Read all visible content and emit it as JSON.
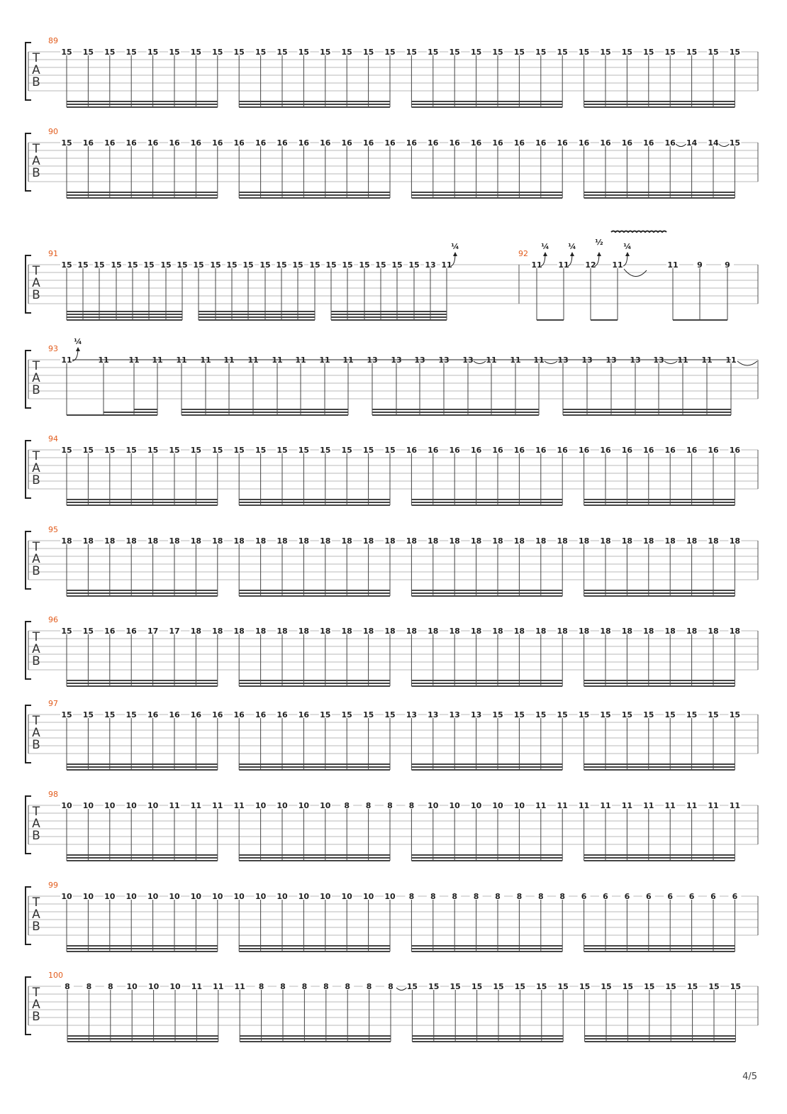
{
  "page_number": "4/5",
  "clef_letters": [
    "T",
    "A",
    "B"
  ],
  "systems": [
    {
      "measure": "89",
      "frets": [
        "15",
        "15",
        "15",
        "15",
        "15",
        "15",
        "15",
        "15",
        "15",
        "15",
        "15",
        "15",
        "15",
        "15",
        "15",
        "15",
        "15",
        "15",
        "15",
        "15",
        "15",
        "15",
        "15",
        "15",
        "15",
        "15",
        "15",
        "15",
        "15",
        "15",
        "15",
        "15"
      ]
    },
    {
      "measure": "90",
      "frets": [
        "15",
        "16",
        "16",
        "16",
        "16",
        "16",
        "16",
        "16",
        "16",
        "16",
        "16",
        "16",
        "16",
        "16",
        "16",
        "16",
        "16",
        "16",
        "16",
        "16",
        "16",
        "16",
        "16",
        "16",
        "16",
        "16",
        "16",
        "16",
        "16",
        "14",
        "14",
        "15"
      ]
    },
    {
      "measure": "91 / 92",
      "measure_labels": [
        "91",
        "92"
      ],
      "frets": [
        "15",
        "15",
        "15",
        "15",
        "15",
        "15",
        "15",
        "15",
        "15",
        "15",
        "15",
        "15",
        "15",
        "15",
        "15",
        "15",
        "15",
        "15",
        "15",
        "15",
        "15",
        "15",
        "13",
        "11",
        "11",
        "11",
        "12",
        "11",
        "11",
        "9",
        "9"
      ],
      "bend_labels": [
        "¼",
        "¼",
        "¼",
        "½",
        "¼"
      ]
    },
    {
      "measure": "93",
      "frets": [
        "11",
        "11",
        "11",
        "11",
        "11",
        "11",
        "11",
        "11",
        "11",
        "11",
        "11",
        "11",
        "13",
        "13",
        "13",
        "13",
        "13",
        "11",
        "11",
        "11",
        "13",
        "13",
        "13",
        "13",
        "13",
        "11",
        "11",
        "11"
      ],
      "bend_labels": [
        "¼"
      ]
    },
    {
      "measure": "94",
      "frets": [
        "15",
        "15",
        "15",
        "15",
        "15",
        "15",
        "15",
        "15",
        "15",
        "15",
        "15",
        "15",
        "15",
        "15",
        "15",
        "15",
        "16",
        "16",
        "16",
        "16",
        "16",
        "16",
        "16",
        "16",
        "16",
        "16",
        "16",
        "16",
        "16",
        "16",
        "16",
        "16"
      ]
    },
    {
      "measure": "95",
      "frets": [
        "18",
        "18",
        "18",
        "18",
        "18",
        "18",
        "18",
        "18",
        "18",
        "18",
        "18",
        "18",
        "18",
        "18",
        "18",
        "18",
        "18",
        "18",
        "18",
        "18",
        "18",
        "18",
        "18",
        "18",
        "18",
        "18",
        "18",
        "18",
        "18",
        "18",
        "18",
        "18"
      ]
    },
    {
      "measure": "96",
      "frets": [
        "15",
        "15",
        "16",
        "16",
        "17",
        "17",
        "18",
        "18",
        "18",
        "18",
        "18",
        "18",
        "18",
        "18",
        "18",
        "18",
        "18",
        "18",
        "18",
        "18",
        "18",
        "18",
        "18",
        "18",
        "18",
        "18",
        "18",
        "18",
        "18",
        "18",
        "18",
        "18"
      ]
    },
    {
      "measure": "97",
      "frets": [
        "15",
        "15",
        "15",
        "15",
        "16",
        "16",
        "16",
        "16",
        "16",
        "16",
        "16",
        "16",
        "15",
        "15",
        "15",
        "15",
        "13",
        "13",
        "13",
        "13",
        "15",
        "15",
        "15",
        "15",
        "15",
        "15",
        "15",
        "15",
        "15",
        "15",
        "15",
        "15"
      ]
    },
    {
      "measure": "98",
      "frets": [
        "10",
        "10",
        "10",
        "10",
        "10",
        "11",
        "11",
        "11",
        "11",
        "10",
        "10",
        "10",
        "10",
        "8",
        "8",
        "8",
        "8",
        "10",
        "10",
        "10",
        "10",
        "10",
        "11",
        "11",
        "11",
        "11",
        "11",
        "11",
        "11",
        "11",
        "11",
        "11"
      ]
    },
    {
      "measure": "99",
      "frets": [
        "10",
        "10",
        "10",
        "10",
        "10",
        "10",
        "10",
        "10",
        "10",
        "10",
        "10",
        "10",
        "10",
        "10",
        "10",
        "10",
        "8",
        "8",
        "8",
        "8",
        "8",
        "8",
        "8",
        "8",
        "6",
        "6",
        "6",
        "6",
        "6",
        "6",
        "6",
        "6"
      ]
    },
    {
      "measure": "100",
      "frets": [
        "8",
        "8",
        "8",
        "10",
        "10",
        "10",
        "11",
        "11",
        "11",
        "8",
        "8",
        "8",
        "8",
        "8",
        "8",
        "8",
        "15",
        "15",
        "15",
        "15",
        "15",
        "15",
        "15",
        "15",
        "15",
        "15",
        "15",
        "15",
        "15",
        "15",
        "15",
        "15"
      ]
    }
  ]
}
